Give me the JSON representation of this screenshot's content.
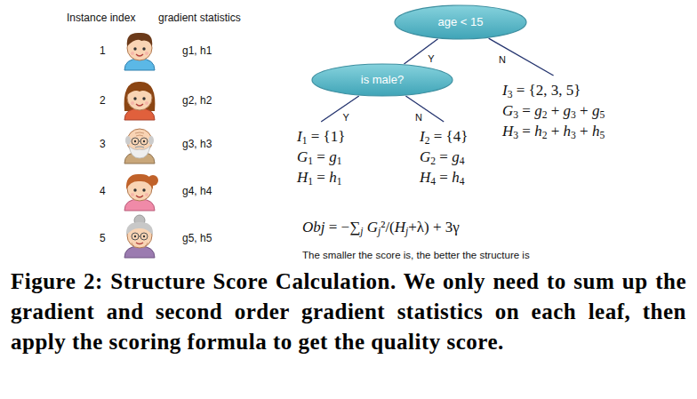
{
  "diagram": {
    "caption": "Figure 2: Structure Score Calculation. We only need to sum up the gradient and second order gradient statistics on each leaf, then apply the scoring formula to get the quality score.",
    "nodes": [
      {
        "text": [
          "age < 15"
        ]
      },
      {
        "text": [
          "is male?"
        ]
      },
      {
        "text": [
          "I1 = {1}",
          "G1 = g1",
          "H1 = h1"
        ]
      },
      {
        "text": [
          "I2 = {4}",
          "G2 = g4",
          "H4 = h4"
        ]
      },
      {
        "text": [
          "I3 = {2, 3, 5}",
          "G3 = g2 + g3 + g5",
          "H3 = h2 + h3 + h5"
        ]
      }
    ],
    "edges": [
      {
        "from": 0,
        "to": 1,
        "arrow": "none",
        "label": "Y"
      },
      {
        "from": 0,
        "to": 4,
        "arrow": "none",
        "label": "N"
      },
      {
        "from": 1,
        "to": 2,
        "arrow": "none",
        "label": "Y"
      },
      {
        "from": 1,
        "to": 3,
        "arrow": "none",
        "label": "N"
      }
    ],
    "labels": [
      "Instance index",
      "gradient statistics",
      "1",
      "g1, h1",
      "2",
      "g2, h2",
      "3",
      "g3, h3",
      "4",
      "g4, h4",
      "5",
      "g5, h5",
      "Obj = −∑j Gj²/(Hj+λ) + 3γ",
      "The smaller the score is, the better the structure is"
    ]
  }
}
